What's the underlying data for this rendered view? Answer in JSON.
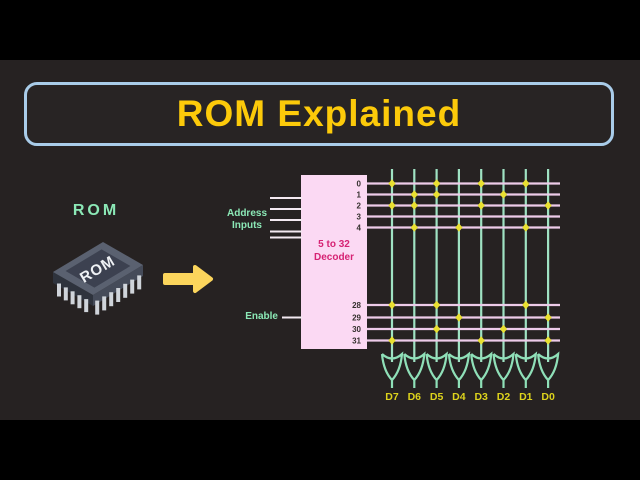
{
  "title": {
    "text": "ROM Explained",
    "color": "#fcca0a",
    "border_color": "#a9cce9"
  },
  "rom": {
    "label": "ROM",
    "chip_text": "ROM"
  },
  "arrow": {
    "color": "#fbd55c"
  },
  "decoder": {
    "name_line1": "5 to 32",
    "name_line2": "Decoder",
    "box_color": "#fbd9f3",
    "text_color": "#d62273",
    "address_label_line1": "Address",
    "address_label_line2": "Inputs",
    "enable_label": "Enable",
    "num_address_lines": 5,
    "top_outputs": [
      "0",
      "1",
      "2",
      "3",
      "4"
    ],
    "bottom_outputs": [
      "28",
      "29",
      "30",
      "31"
    ]
  },
  "matrix": {
    "row_line_color": "#edcbe9",
    "col_line_color": "#9fe2c3",
    "input_line_color": "#f3e9f1",
    "dot_color": "#e9e031",
    "gate_color": "#8fe0b8",
    "output_labels": [
      "D7",
      "D6",
      "D5",
      "D4",
      "D3",
      "D2",
      "D1",
      "D0"
    ],
    "output_label_color": "#ddd31c",
    "rows": [
      {
        "id": "0",
        "dots": [
          0,
          2,
          4,
          6
        ]
      },
      {
        "id": "1",
        "dots": [
          1,
          2,
          5
        ]
      },
      {
        "id": "2",
        "dots": [
          0,
          1,
          4,
          7
        ]
      },
      {
        "id": "3",
        "dots": []
      },
      {
        "id": "4",
        "dots": [
          1,
          3,
          6
        ]
      },
      {
        "id": "28",
        "dots": [
          0,
          2,
          6
        ]
      },
      {
        "id": "29",
        "dots": [
          3,
          7
        ]
      },
      {
        "id": "30",
        "dots": [
          2,
          5
        ]
      },
      {
        "id": "31",
        "dots": [
          0,
          4,
          7
        ]
      }
    ]
  },
  "colors": {
    "background": "#262222",
    "letterbox": "#000000",
    "chip_body": "#5a6170",
    "chip_inner": "#3c4150",
    "chip_pins": "#cfd4da"
  }
}
